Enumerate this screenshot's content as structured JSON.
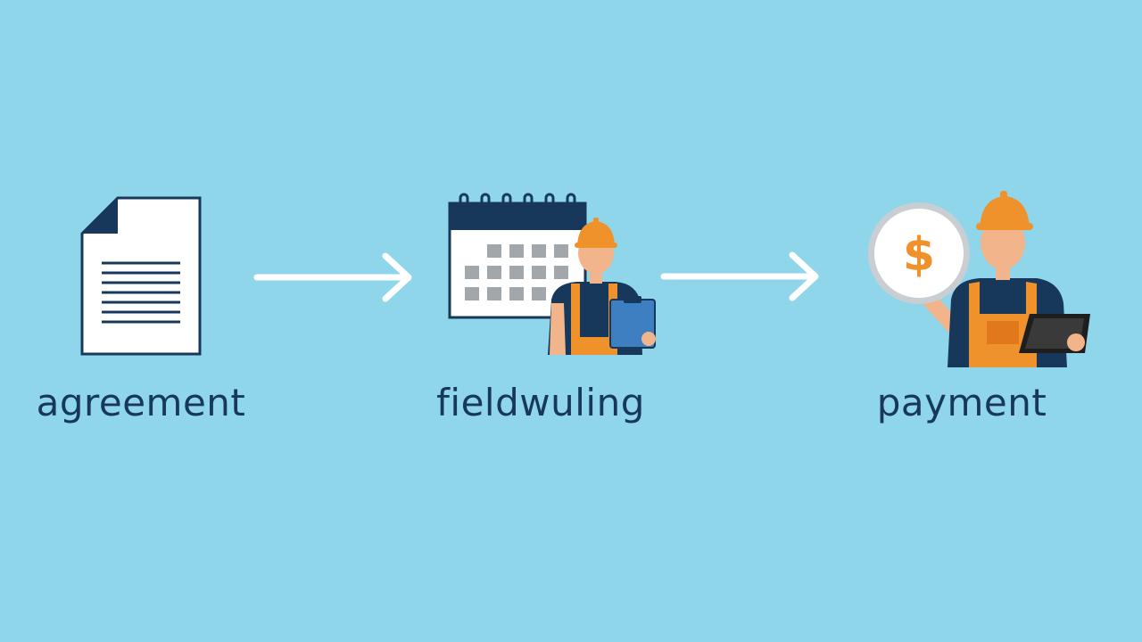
{
  "colors": {
    "background": "#8fd6ea",
    "navy": "#17385a",
    "orange": "#f0922b",
    "white": "#ffffff",
    "grid_gray": "#a2a7ab",
    "skin": "#f2b48a",
    "blue": "#3d7fc0"
  },
  "steps": [
    {
      "label": "agreement",
      "icon": "document-icon"
    },
    {
      "label": "fieldwuling",
      "icon": "calendar-worker-icon"
    },
    {
      "label": "payment",
      "icon": "dollar-worker-icon"
    }
  ],
  "connectors": [
    {
      "icon": "arrow-right-icon"
    },
    {
      "icon": "arrow-right-icon"
    }
  ]
}
